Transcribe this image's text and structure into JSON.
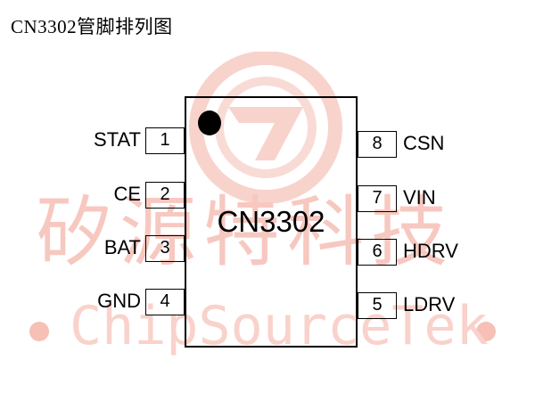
{
  "title": "CN3302管脚排列图",
  "chip": {
    "name": "CN3302"
  },
  "watermark": {
    "cn": "矽源特科技",
    "en": "ChipSourceTek"
  },
  "pins_left": [
    {
      "num": "1",
      "label": "STAT"
    },
    {
      "num": "2",
      "label": "CE"
    },
    {
      "num": "3",
      "label": "BAT"
    },
    {
      "num": "4",
      "label": "GND"
    }
  ],
  "pins_right": [
    {
      "num": "8",
      "label": "CSN"
    },
    {
      "num": "7",
      "label": "VIN"
    },
    {
      "num": "6",
      "label": "HDRV"
    },
    {
      "num": "5",
      "label": "LDRV"
    }
  ],
  "colors": {
    "watermark": "#f7c8c0",
    "outline": "#000000"
  }
}
